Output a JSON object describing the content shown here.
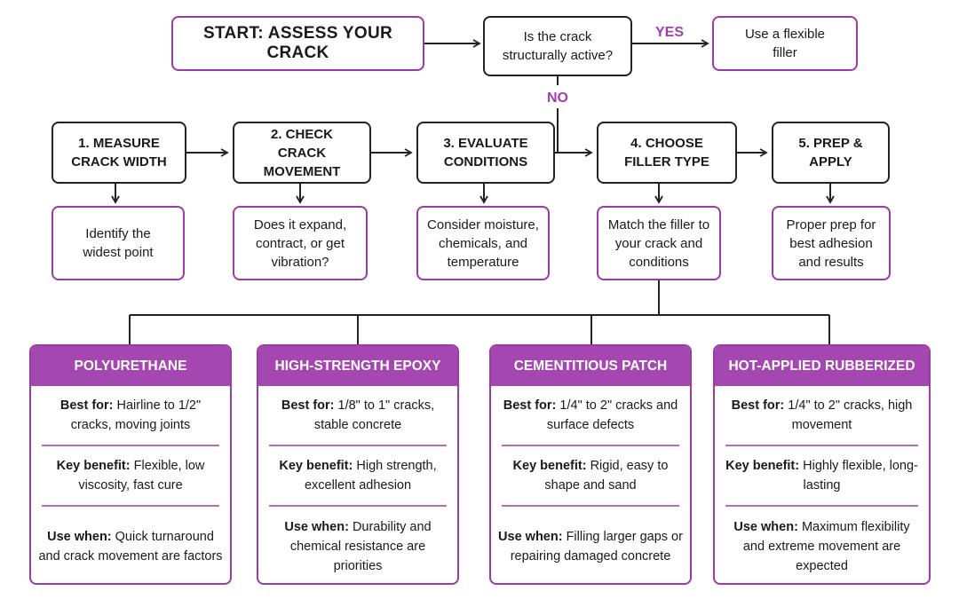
{
  "start": "START: ASSESS YOUR CRACK",
  "question": "Is the crack structurally active?",
  "yes_label": "YES",
  "no_label": "NO",
  "yes_result": "Use a flexible filler",
  "steps": [
    {
      "title": "1. MEASURE CRACK WIDTH",
      "desc": "Identify the widest point"
    },
    {
      "title": "2. CHECK CRACK MOVEMENT",
      "desc": "Does it expand, contract, or get vibration?"
    },
    {
      "title": "3. EVALUATE CONDITIONS",
      "desc": "Consider moisture, chemicals, and temperature"
    },
    {
      "title": "4. CHOOSE FILLER TYPE",
      "desc": "Match the filler to your crack and conditions"
    },
    {
      "title": "5. PREP & APPLY",
      "desc": "Proper prep for best adhesion and results"
    }
  ],
  "best_label": "Best for:",
  "benefit_label": "Key benefit:",
  "use_label": "Use when:",
  "fillers": [
    {
      "name": "POLYURETHANE",
      "best_for": "Hairline to 1/2\" cracks, moving joints",
      "key_benefit": "Flexible, low viscosity, fast cure",
      "use_when": "Quick turnaround and crack movement are factors"
    },
    {
      "name": "HIGH-STRENGTH EPOXY",
      "best_for": "1/8\" to 1\" cracks, stable concrete",
      "key_benefit": "High strength, excellent adhesion",
      "use_when": "Durability and chemical resistance are priorities"
    },
    {
      "name": "CEMENTITIOUS PATCH",
      "best_for": "1/4\" to 2\" cracks and surface defects",
      "key_benefit": "Rigid, easy to shape and sand",
      "use_when": "Filling larger gaps or repairing damaged concrete"
    },
    {
      "name": "HOT-APPLIED RUBBERIZED",
      "best_for": "1/4\" to 2\" cracks, high movement",
      "key_benefit": "Highly flexible, long-lasting",
      "use_when": "Maximum flexibility and extreme movement are expected"
    }
  ],
  "colors": {
    "accent": "#a547b0",
    "border": "#9c3aa6",
    "line": "#222222"
  }
}
